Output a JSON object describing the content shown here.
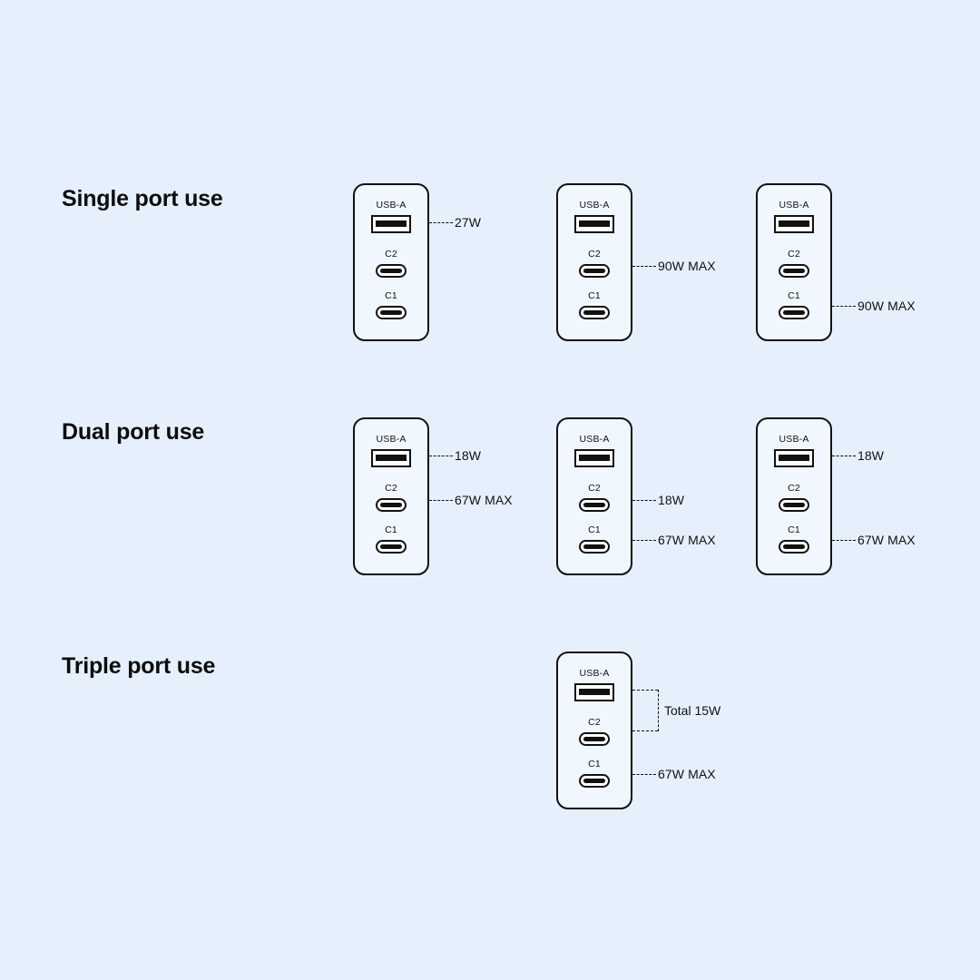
{
  "theme": {
    "background": "#e6f0fd",
    "device_fill": "#f1f7fe",
    "stroke": "#111111",
    "text": "#111111"
  },
  "port_labels": {
    "usba": "USB-A",
    "c2": "C2",
    "c1": "C1"
  },
  "sections": [
    {
      "id": "single",
      "title": "Single port use",
      "devices": [
        {
          "id": "single-1",
          "callouts": [
            {
              "port": "usba",
              "text": "27W"
            }
          ]
        },
        {
          "id": "single-2",
          "callouts": [
            {
              "port": "c2",
              "text": "90W MAX"
            }
          ]
        },
        {
          "id": "single-3",
          "callouts": [
            {
              "port": "c1",
              "text": "90W MAX"
            }
          ]
        }
      ]
    },
    {
      "id": "dual",
      "title": "Dual port use",
      "devices": [
        {
          "id": "dual-1",
          "callouts": [
            {
              "port": "usba",
              "text": "18W"
            },
            {
              "port": "c2",
              "text": "67W MAX"
            }
          ]
        },
        {
          "id": "dual-2",
          "callouts": [
            {
              "port": "c2",
              "text": "18W"
            },
            {
              "port": "c1",
              "text": "67W MAX"
            }
          ]
        },
        {
          "id": "dual-3",
          "callouts": [
            {
              "port": "usba",
              "text": "18W"
            },
            {
              "port": "c1",
              "text": "67W MAX"
            }
          ]
        }
      ]
    },
    {
      "id": "triple",
      "title": "Triple port use",
      "devices": [
        {
          "id": "triple-1",
          "bracket": {
            "text": "Total 15W",
            "ports": [
              "usba",
              "c2"
            ]
          },
          "callouts": [
            {
              "port": "c1",
              "text": "67W MAX"
            }
          ]
        }
      ]
    }
  ]
}
